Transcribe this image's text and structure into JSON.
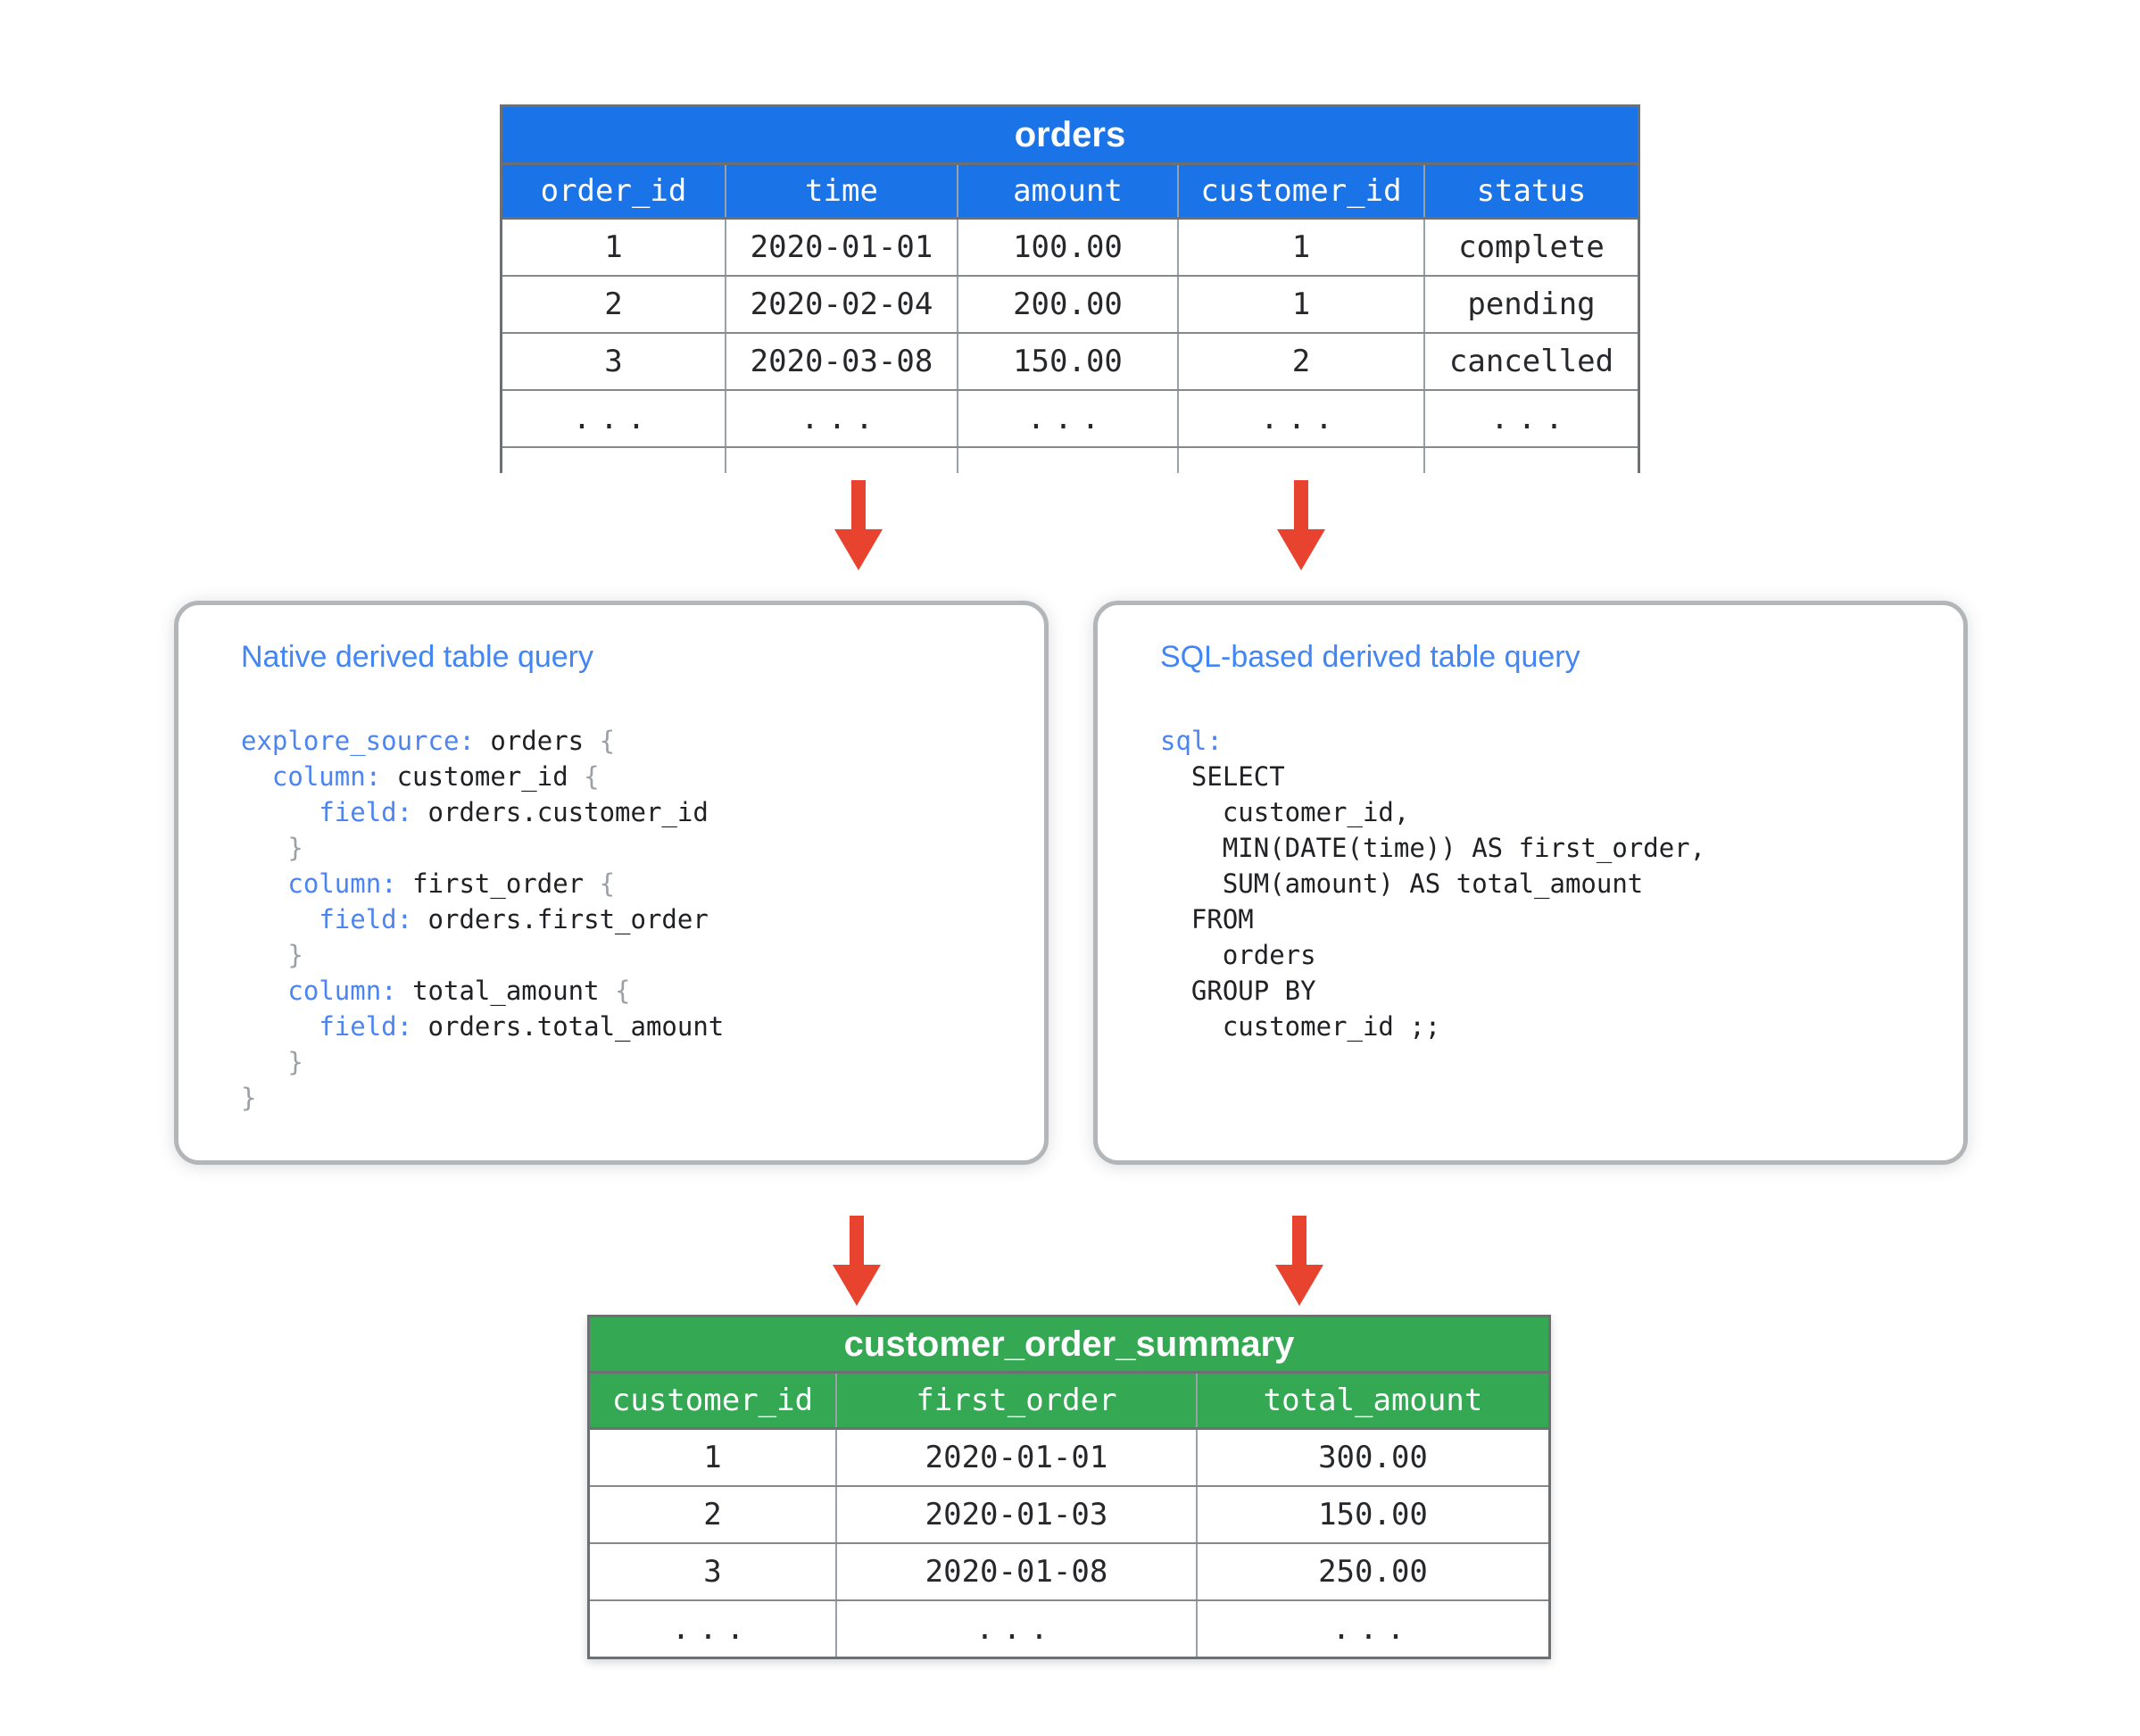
{
  "colors": {
    "blue": "#1b73e8",
    "green": "#34a853",
    "red": "#e8432f",
    "title_blue": "#4285f4",
    "keyword_blue": "#4c85f0",
    "brace_gray": "#9aa0a6",
    "code_plain": "#202124",
    "cell_text": "#26282b",
    "line_dark": "#6d7073",
    "line_mid": "#9aa0a6",
    "line_row": "#85898c",
    "box_border": "#b3b6b9"
  },
  "orders_table": {
    "title": "orders",
    "columns": [
      "order_id",
      "time",
      "amount",
      "customer_id",
      "status"
    ],
    "rows": [
      [
        "1",
        "2020-01-01",
        "100.00",
        "1",
        "complete"
      ],
      [
        "2",
        "2020-02-04",
        "200.00",
        "1",
        "pending"
      ],
      [
        "3",
        "2020-03-08",
        "150.00",
        "2",
        "cancelled"
      ],
      [
        "...",
        "...",
        "...",
        "...",
        "..."
      ]
    ],
    "clipped_partial_row": true
  },
  "native_box": {
    "title": "Native derived table query",
    "code": [
      [
        [
          "kw",
          "explore_source:"
        ],
        [
          "pl",
          " orders "
        ],
        [
          "br",
          "{"
        ]
      ],
      [
        [
          "pl",
          "  "
        ],
        [
          "kw",
          "column:"
        ],
        [
          "pl",
          " customer_id "
        ],
        [
          "br",
          "{"
        ]
      ],
      [
        [
          "pl",
          "     "
        ],
        [
          "kw",
          "field:"
        ],
        [
          "pl",
          " orders.customer_id"
        ]
      ],
      [
        [
          "pl",
          "   "
        ],
        [
          "br",
          "}"
        ]
      ],
      [
        [
          "pl",
          "   "
        ],
        [
          "kw",
          "column:"
        ],
        [
          "pl",
          " first_order "
        ],
        [
          "br",
          "{"
        ]
      ],
      [
        [
          "pl",
          "     "
        ],
        [
          "kw",
          "field:"
        ],
        [
          "pl",
          " orders.first_order"
        ]
      ],
      [
        [
          "pl",
          "   "
        ],
        [
          "br",
          "}"
        ]
      ],
      [
        [
          "pl",
          "   "
        ],
        [
          "kw",
          "column:"
        ],
        [
          "pl",
          " total_amount "
        ],
        [
          "br",
          "{"
        ]
      ],
      [
        [
          "pl",
          "     "
        ],
        [
          "kw",
          "field:"
        ],
        [
          "pl",
          " orders.total_amount"
        ]
      ],
      [
        [
          "pl",
          "   "
        ],
        [
          "br",
          "}"
        ]
      ],
      [
        [
          "br",
          "}"
        ]
      ]
    ]
  },
  "sql_box": {
    "title": "SQL-based derived table query",
    "code": [
      [
        [
          "kw",
          "sql:"
        ]
      ],
      [
        [
          "pl",
          "  SELECT"
        ]
      ],
      [
        [
          "pl",
          "    customer_id,"
        ]
      ],
      [
        [
          "pl",
          "    MIN(DATE(time)) AS first_order,"
        ]
      ],
      [
        [
          "pl",
          "    SUM(amount) AS total_amount"
        ]
      ],
      [
        [
          "pl",
          "  FROM"
        ]
      ],
      [
        [
          "pl",
          "    orders"
        ]
      ],
      [
        [
          "pl",
          "  GROUP BY"
        ]
      ],
      [
        [
          "pl",
          "    customer_id ;;"
        ]
      ]
    ]
  },
  "summary_table": {
    "title": "customer_order_summary",
    "columns": [
      "customer_id",
      "first_order",
      "total_amount"
    ],
    "rows": [
      [
        "1",
        "2020-01-01",
        "300.00"
      ],
      [
        "2",
        "2020-01-03",
        "150.00"
      ],
      [
        "3",
        "2020-01-08",
        "250.00"
      ],
      [
        "...",
        "...",
        "..."
      ]
    ]
  }
}
